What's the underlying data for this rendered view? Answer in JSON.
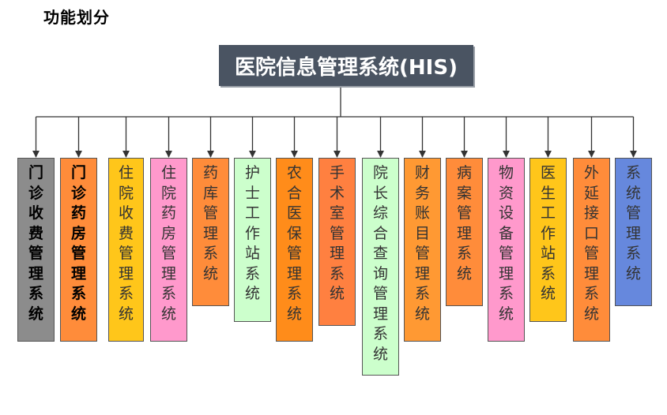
{
  "page": {
    "heading": "功能划分"
  },
  "root": {
    "label": "医院信息管理系统(HIS)"
  },
  "modules": [
    {
      "id": "m1",
      "label": "门诊收费管理系统",
      "bg": "#8c8c8c",
      "color": "#000000",
      "bold": true
    },
    {
      "id": "m2",
      "label": "门诊药房管理系统",
      "bg": "#ff8c3a",
      "color": "#000000",
      "bold": true
    },
    {
      "id": "m3",
      "label": "住院收费管理系统",
      "bg": "#ffc61a",
      "color": "#333333",
      "bold": false
    },
    {
      "id": "m4",
      "label": "住院药房管理系统",
      "bg": "#ff99cc",
      "color": "#333333",
      "bold": false
    },
    {
      "id": "m5",
      "label": "药库管理系统",
      "bg": "#ff8c3a",
      "color": "#333333",
      "bold": false
    },
    {
      "id": "m6",
      "label": "护士工作站系统",
      "bg": "#ccffcc",
      "color": "#333333",
      "bold": false
    },
    {
      "id": "m7",
      "label": "农合医保管理系统",
      "bg": "#ff8c1a",
      "color": "#333333",
      "bold": false
    },
    {
      "id": "m8",
      "label": "手术室管理系统",
      "bg": "#ff8040",
      "color": "#333333",
      "bold": false
    },
    {
      "id": "m9",
      "label": "院长综合查询管理系统",
      "bg": "#ccffcc",
      "color": "#333333",
      "bold": false
    },
    {
      "id": "m10",
      "label": "财务账目管理系统",
      "bg": "#ff9933",
      "color": "#333333",
      "bold": false
    },
    {
      "id": "m11",
      "label": "病案管理系统",
      "bg": "#ff8c3a",
      "color": "#333333",
      "bold": false
    },
    {
      "id": "m12",
      "label": "物资设备管理系统",
      "bg": "#ff99cc",
      "color": "#333333",
      "bold": false
    },
    {
      "id": "m13",
      "label": "医生工作站系统",
      "bg": "#ffc61a",
      "color": "#333333",
      "bold": false
    },
    {
      "id": "m14",
      "label": "外延接口管理系统",
      "bg": "#ff8c3a",
      "color": "#333333",
      "bold": false
    },
    {
      "id": "m15",
      "label": "系统管理系统",
      "bg": "#6688dd",
      "color": "#333333",
      "bold": false
    }
  ],
  "colors": {
    "line": "#333333",
    "root_bg": "#4a5462"
  }
}
